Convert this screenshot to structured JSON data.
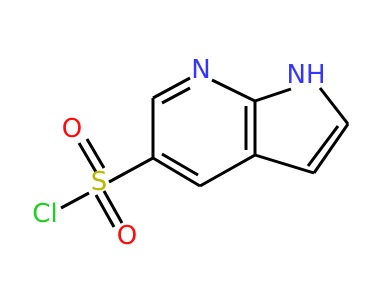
{
  "atoms": {
    "n_pyridine": {
      "label": "N",
      "color": "#3535ff"
    },
    "nh_pyrrole": {
      "label": "NH",
      "color": "#3535ff"
    },
    "sulfur": {
      "label": "S",
      "color": "#b8b800"
    },
    "oxygen_top": {
      "label": "O",
      "color": "#ff0d0d"
    },
    "oxygen_bottom": {
      "label": "O",
      "color": "#ff0d0d"
    },
    "chlorine": {
      "label": "Cl",
      "color": "#1fd01f"
    }
  },
  "colors": {
    "bond": "#000000",
    "background": "#ffffff"
  }
}
